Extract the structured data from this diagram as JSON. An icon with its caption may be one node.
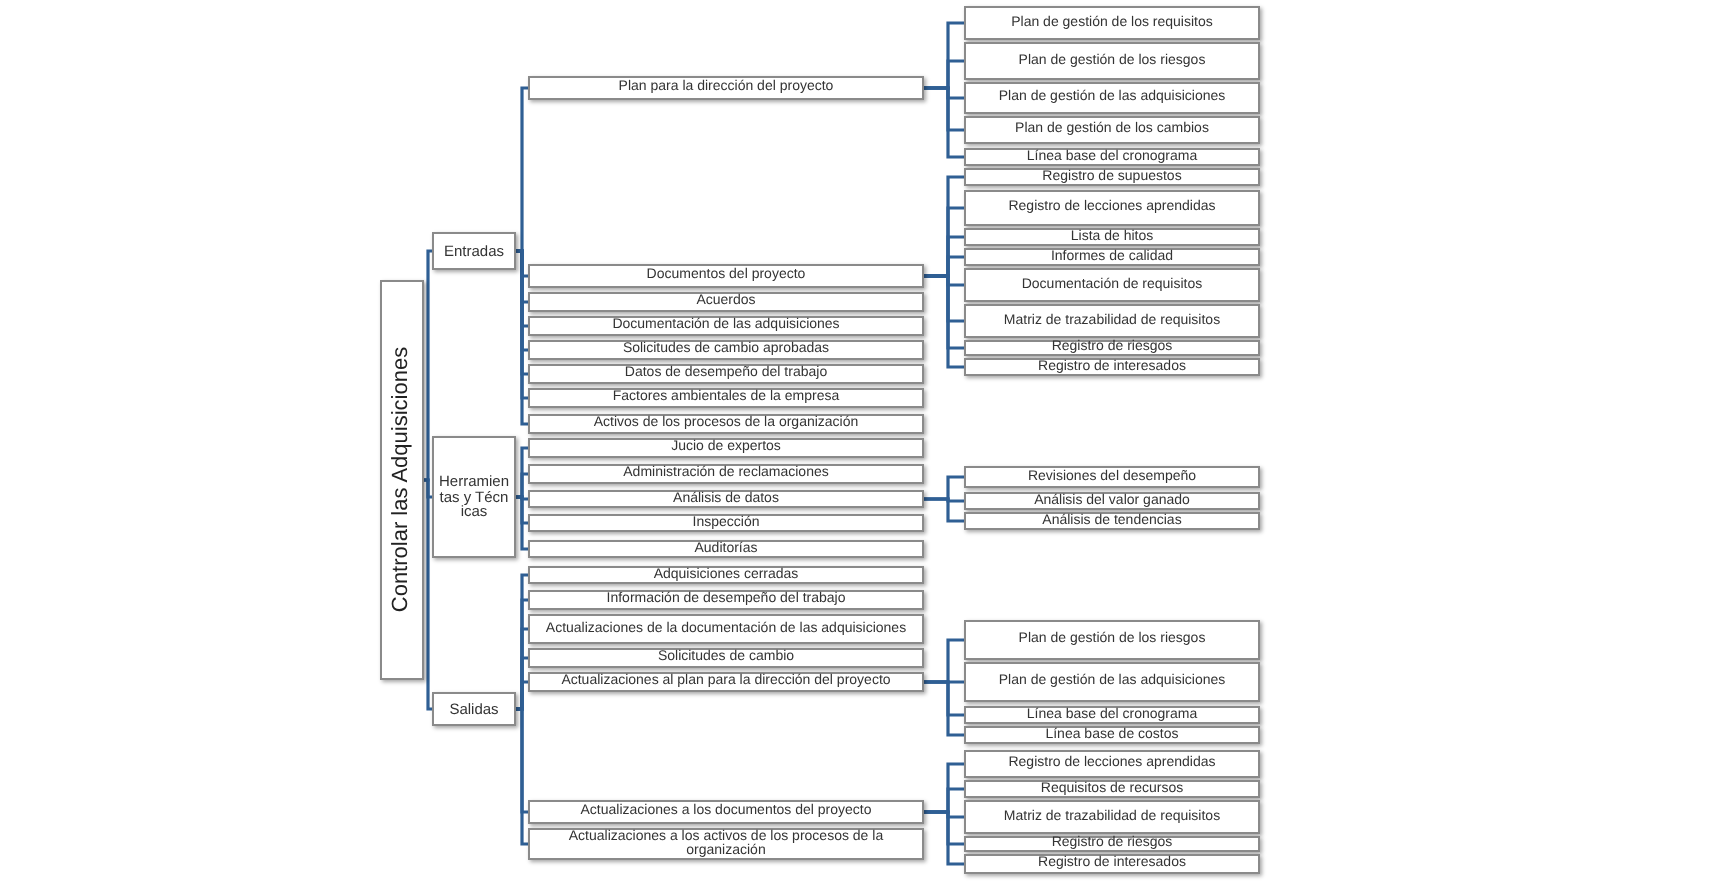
{
  "diagram": {
    "nodes": [
      {
        "text": [
          "Controlar las Adquisiciones"
        ]
      },
      {
        "text": [
          "Entradas"
        ]
      },
      {
        "text": [
          "Plan para la dirección del proyecto"
        ]
      },
      {
        "text": [
          "Plan de gestión de los requisitos"
        ]
      },
      {
        "text": [
          "Plan de gestión de los riesgos"
        ]
      },
      {
        "text": [
          "Plan de gestión de las adquisiciones"
        ]
      },
      {
        "text": [
          "Plan de gestión de los cambios"
        ]
      },
      {
        "text": [
          "Línea base del cronograma"
        ]
      },
      {
        "text": [
          "Documentos del proyecto"
        ]
      },
      {
        "text": [
          "Registro de supuestos"
        ]
      },
      {
        "text": [
          "Registro de lecciones aprendidas"
        ]
      },
      {
        "text": [
          "Lista de hitos"
        ]
      },
      {
        "text": [
          "Informes de calidad"
        ]
      },
      {
        "text": [
          "Documentación de requisitos"
        ]
      },
      {
        "text": [
          "Matriz de trazabilidad de requisitos"
        ]
      },
      {
        "text": [
          "Registro de riesgos"
        ]
      },
      {
        "text": [
          "Registro de interesados"
        ]
      },
      {
        "text": [
          "Acuerdos"
        ]
      },
      {
        "text": [
          "Documentación de las adquisiciones"
        ]
      },
      {
        "text": [
          "Solicitudes de cambio aprobadas"
        ]
      },
      {
        "text": [
          "Datos de desempeño del trabajo"
        ]
      },
      {
        "text": [
          "Factores ambientales de la empresa"
        ]
      },
      {
        "text": [
          "Activos de los procesos de la organización"
        ]
      },
      {
        "text": [
          "Herramientas y Técnicas"
        ]
      },
      {
        "text": [
          "Jucio de expertos"
        ]
      },
      {
        "text": [
          "Administración de reclamaciones"
        ]
      },
      {
        "text": [
          "Análisis de datos"
        ]
      },
      {
        "text": [
          "Revisiones del desempeño"
        ]
      },
      {
        "text": [
          "Análisis del valor ganado"
        ]
      },
      {
        "text": [
          "Análisis de tendencias"
        ]
      },
      {
        "text": [
          "Inspección"
        ]
      },
      {
        "text": [
          "Auditorías"
        ]
      },
      {
        "text": [
          "Salidas"
        ]
      },
      {
        "text": [
          "Adquisiciones cerradas"
        ]
      },
      {
        "text": [
          "Información de desempeño del trabajo"
        ]
      },
      {
        "text": [
          "Actualizaciones de la documentación de las adquisiciones"
        ]
      },
      {
        "text": [
          "Solicitudes de cambio"
        ]
      },
      {
        "text": [
          "Actualizaciones al plan para la dirección del proyecto"
        ]
      },
      {
        "text": [
          "Plan de gestión de los riesgos"
        ]
      },
      {
        "text": [
          "Plan de gestión de las adquisiciones"
        ]
      },
      {
        "text": [
          "Línea base del cronograma"
        ]
      },
      {
        "text": [
          "Línea base de costos"
        ]
      },
      {
        "text": [
          "Actualizaciones a los documentos del proyecto"
        ]
      },
      {
        "text": [
          "Registro  de lecciones aprendidas"
        ]
      },
      {
        "text": [
          "Requisitos de recursos"
        ]
      },
      {
        "text": [
          "Matriz de trazabilidad de requisitos"
        ]
      },
      {
        "text": [
          "Registro de riesgos"
        ]
      },
      {
        "text": [
          "Registro de interesados"
        ]
      },
      {
        "text": [
          "Actualizaciones a los activos de los procesos de la organización"
        ]
      }
    ],
    "edges": [
      {
        "from": 0,
        "to": 1,
        "arrow": "none"
      },
      {
        "from": 0,
        "to": 23,
        "arrow": "none"
      },
      {
        "from": 0,
        "to": 32,
        "arrow": "none"
      },
      {
        "from": 1,
        "to": 2,
        "arrow": "none"
      },
      {
        "from": 1,
        "to": 8,
        "arrow": "none"
      },
      {
        "from": 1,
        "to": 17,
        "arrow": "none"
      },
      {
        "from": 1,
        "to": 18,
        "arrow": "none"
      },
      {
        "from": 1,
        "to": 19,
        "arrow": "none"
      },
      {
        "from": 1,
        "to": 20,
        "arrow": "none"
      },
      {
        "from": 1,
        "to": 21,
        "arrow": "none"
      },
      {
        "from": 1,
        "to": 22,
        "arrow": "none"
      },
      {
        "from": 2,
        "to": 3,
        "arrow": "none"
      },
      {
        "from": 2,
        "to": 4,
        "arrow": "none"
      },
      {
        "from": 2,
        "to": 5,
        "arrow": "none"
      },
      {
        "from": 2,
        "to": 6,
        "arrow": "none"
      },
      {
        "from": 2,
        "to": 7,
        "arrow": "none"
      },
      {
        "from": 8,
        "to": 9,
        "arrow": "none"
      },
      {
        "from": 8,
        "to": 10,
        "arrow": "none"
      },
      {
        "from": 8,
        "to": 11,
        "arrow": "none"
      },
      {
        "from": 8,
        "to": 12,
        "arrow": "none"
      },
      {
        "from": 8,
        "to": 13,
        "arrow": "none"
      },
      {
        "from": 8,
        "to": 14,
        "arrow": "none"
      },
      {
        "from": 8,
        "to": 15,
        "arrow": "none"
      },
      {
        "from": 8,
        "to": 16,
        "arrow": "none"
      },
      {
        "from": 23,
        "to": 24,
        "arrow": "none"
      },
      {
        "from": 23,
        "to": 25,
        "arrow": "none"
      },
      {
        "from": 23,
        "to": 26,
        "arrow": "none"
      },
      {
        "from": 23,
        "to": 30,
        "arrow": "none"
      },
      {
        "from": 23,
        "to": 31,
        "arrow": "none"
      },
      {
        "from": 26,
        "to": 27,
        "arrow": "none"
      },
      {
        "from": 26,
        "to": 28,
        "arrow": "none"
      },
      {
        "from": 26,
        "to": 29,
        "arrow": "none"
      },
      {
        "from": 32,
        "to": 33,
        "arrow": "none"
      },
      {
        "from": 32,
        "to": 34,
        "arrow": "none"
      },
      {
        "from": 32,
        "to": 35,
        "arrow": "none"
      },
      {
        "from": 32,
        "to": 36,
        "arrow": "none"
      },
      {
        "from": 32,
        "to": 37,
        "arrow": "none"
      },
      {
        "from": 32,
        "to": 42,
        "arrow": "none"
      },
      {
        "from": 32,
        "to": 48,
        "arrow": "none"
      },
      {
        "from": 37,
        "to": 38,
        "arrow": "none"
      },
      {
        "from": 37,
        "to": 39,
        "arrow": "none"
      },
      {
        "from": 37,
        "to": 40,
        "arrow": "none"
      },
      {
        "from": 37,
        "to": 41,
        "arrow": "none"
      },
      {
        "from": 42,
        "to": 43,
        "arrow": "none"
      },
      {
        "from": 42,
        "to": 44,
        "arrow": "none"
      },
      {
        "from": 42,
        "to": 45,
        "arrow": "none"
      },
      {
        "from": 42,
        "to": 46,
        "arrow": "none"
      },
      {
        "from": 42,
        "to": 47,
        "arrow": "none"
      }
    ]
  }
}
